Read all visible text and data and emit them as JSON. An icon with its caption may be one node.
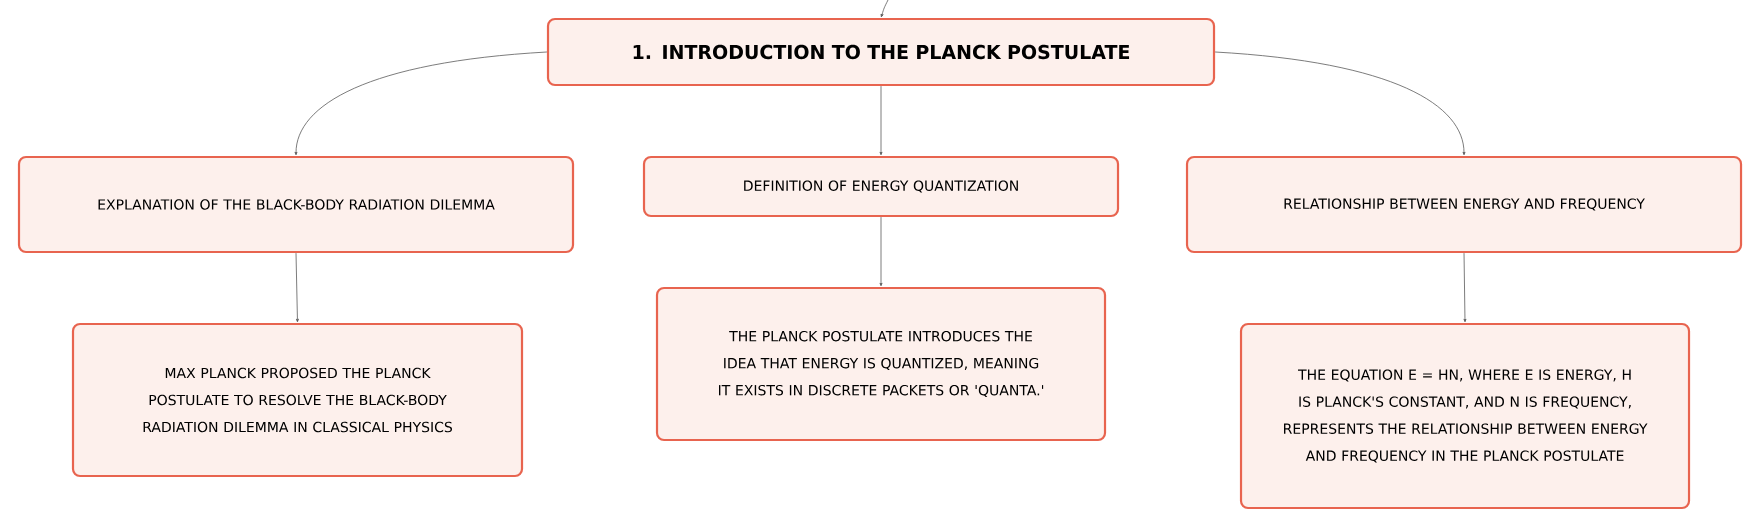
{
  "diagram": {
    "nodes": [
      {
        "text": [
          "1. INTRODUCTION TO THE PLANCK POSTULATE"
        ]
      },
      {
        "text": [
          "EXPLANATION OF THE BLACK-BODY RADIATION DILEMMA"
        ]
      },
      {
        "text": [
          "DEFINITION OF ENERGY QUANTIZATION"
        ]
      },
      {
        "text": [
          "RELATIONSHIP BETWEEN ENERGY AND FREQUENCY"
        ]
      },
      {
        "text": [
          "MAX PLANCK PROPOSED THE PLANCK POSTULATE TO RESOLVE THE BLACK-BODY RADIATION DILEMMA IN CLASSICAL PHYSICS"
        ]
      },
      {
        "text": [
          "THE PLANCK POSTULATE INTRODUCES THE IDEA THAT ENERGY IS QUANTIZED, MEANING IT EXISTS IN DISCRETE PACKETS OR 'QUANTA.'"
        ]
      },
      {
        "text": [
          "THE EQUATION E = HΝ, WHERE E IS ENERGY, H IS PLANCK'S CONSTANT, AND Ν IS FREQUENCY, REPRESENTS THE RELATIONSHIP BETWEEN ENERGY AND FREQUENCY IN THE PLANCK POSTULATE"
        ]
      }
    ],
    "edges": [
      {
        "from": null,
        "to": 0,
        "arrow": "to"
      },
      {
        "from": 0,
        "to": 1,
        "arrow": "to"
      },
      {
        "from": 0,
        "to": 2,
        "arrow": "to"
      },
      {
        "from": 0,
        "to": 3,
        "arrow": "to"
      },
      {
        "from": 1,
        "to": 4,
        "arrow": "to"
      },
      {
        "from": 2,
        "to": 5,
        "arrow": "to"
      },
      {
        "from": 3,
        "to": 6,
        "arrow": "to"
      }
    ]
  }
}
